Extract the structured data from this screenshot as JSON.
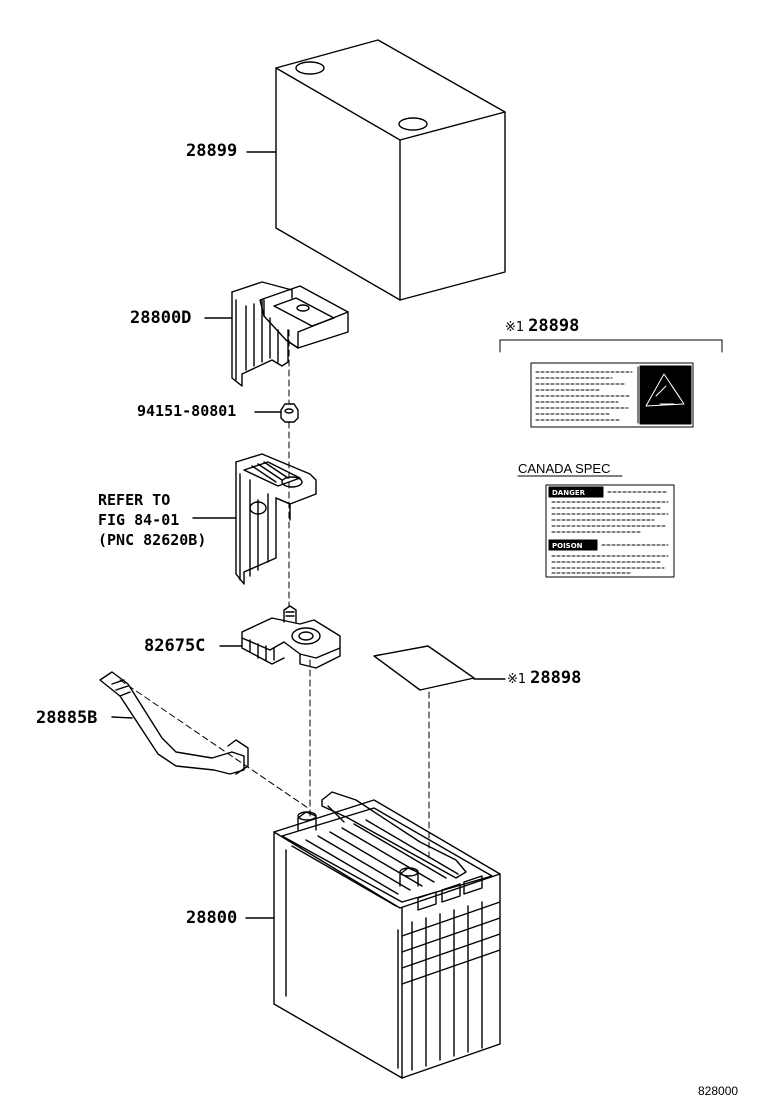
{
  "diagram": {
    "parts": {
      "cover": "28899",
      "terminal_cover": "28800D",
      "nut": "94151-80801",
      "clamp": "82675C",
      "cable": "28885B",
      "battery": "28800"
    },
    "refer": {
      "line1": "REFER TO",
      "line2": "FIG 84-01",
      "line3": "(PNC 82620B)"
    },
    "label_group": {
      "mark": "※1",
      "part": "28898"
    },
    "label_part": {
      "mark": "※1",
      "part": "28898"
    },
    "canada_spec": "CANADA SPEC",
    "danger_text": "DANGER",
    "poison_text": "POISON",
    "figure_id": "828000"
  }
}
